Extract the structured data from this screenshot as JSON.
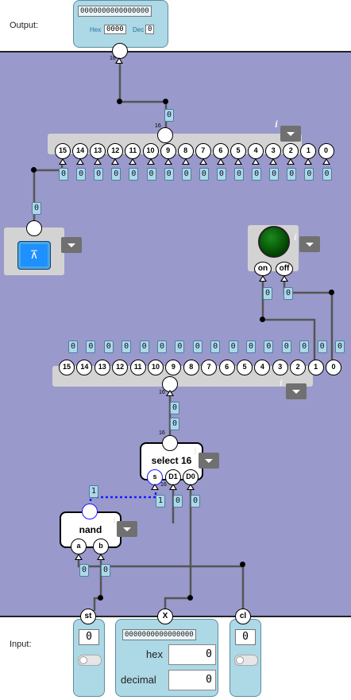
{
  "labels": {
    "output": "Output:",
    "input": "Input:"
  },
  "output_panel": {
    "bits": "0000000000000000",
    "hex_label": "Hex",
    "hex_value": "0000",
    "dec_label": "Dec",
    "dec_value": "0",
    "bus_width": "16"
  },
  "top_splitter": {
    "pins": [
      "15",
      "14",
      "13",
      "12",
      "11",
      "10",
      "9",
      "8",
      "7",
      "6",
      "5",
      "4",
      "3",
      "2",
      "1",
      "0"
    ],
    "values": [
      "0",
      "0",
      "0",
      "0",
      "0",
      "0",
      "0",
      "0",
      "0",
      "0",
      "0",
      "0",
      "0",
      "0",
      "0",
      "0"
    ],
    "bus_value": "0",
    "bus_width": "16",
    "info": "i"
  },
  "bottom_splitter": {
    "pins": [
      "15",
      "14",
      "13",
      "12",
      "11",
      "10",
      "9",
      "8",
      "7",
      "6",
      "5",
      "4",
      "3",
      "2",
      "1",
      "0"
    ],
    "values": [
      "0",
      "0",
      "0",
      "0",
      "0",
      "0",
      "0",
      "0",
      "0",
      "0",
      "0",
      "0",
      "0",
      "0",
      "0",
      "0"
    ],
    "bus_value": "0",
    "bus_width": "16",
    "info": "i"
  },
  "push_button": {
    "glyph": "⊼",
    "out_value": "0"
  },
  "led": {
    "on_label": "on",
    "off_label": "off",
    "on_value": "0",
    "off_value": "0",
    "info": "i"
  },
  "select_chip": {
    "title": "select 16",
    "pins": [
      "s",
      "D1",
      "D0"
    ],
    "in_values": [
      "1",
      "0",
      "0"
    ],
    "s_bus_value": "1",
    "out_bus_values": [
      "0",
      "0"
    ],
    "width_out": "16",
    "width_in": "16",
    "info": "i"
  },
  "nand_chip": {
    "title": "nand",
    "pins": [
      "a",
      "b"
    ],
    "in_values": [
      "0",
      "0"
    ],
    "info": "i"
  },
  "inputs": {
    "st": {
      "label": "st",
      "value": "0"
    },
    "x": {
      "label": "X",
      "bits": "0000000000000000",
      "hex_label": "hex",
      "hex_value": "0",
      "dec_label": "decimal",
      "dec_value": "0"
    },
    "cl": {
      "label": "cl",
      "value": "0"
    }
  },
  "colors": {
    "canvas": "#9999cc",
    "panel": "#add8e6",
    "wire": "#555555",
    "select_wire": "#1a1aff"
  }
}
